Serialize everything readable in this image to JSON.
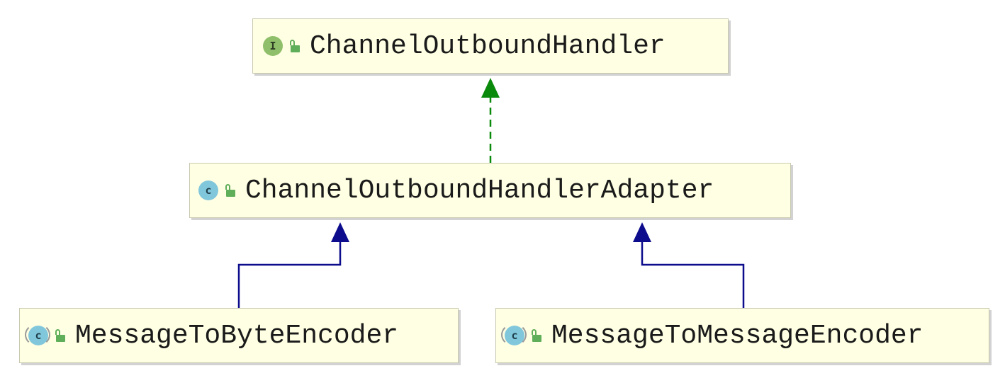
{
  "nodes": {
    "interface": {
      "label": "ChannelOutboundHandler",
      "kind_glyph": "I",
      "icon": "interface-icon"
    },
    "adapter": {
      "label": "ChannelOutboundHandlerAdapter",
      "kind_glyph": "c",
      "icon": "class-icon"
    },
    "byte_encoder": {
      "label": "MessageToByteEncoder",
      "kind_glyph": "c",
      "icon": "abstract-class-icon"
    },
    "message_encoder": {
      "label": "MessageToMessageEncoder",
      "kind_glyph": "c",
      "icon": "abstract-class-icon"
    }
  },
  "edges": [
    {
      "from": "adapter",
      "to": "interface",
      "relation": "implements",
      "color": "#0a8a0a"
    },
    {
      "from": "byte_encoder",
      "to": "adapter",
      "relation": "extends",
      "color": "#0c0c8c"
    },
    {
      "from": "message_encoder",
      "to": "adapter",
      "relation": "extends",
      "color": "#0c0c8c"
    }
  ],
  "colors": {
    "node_fill": "#ffffe3",
    "node_border": "#c9c9b0",
    "visibility_lock": "#5fae5a"
  }
}
